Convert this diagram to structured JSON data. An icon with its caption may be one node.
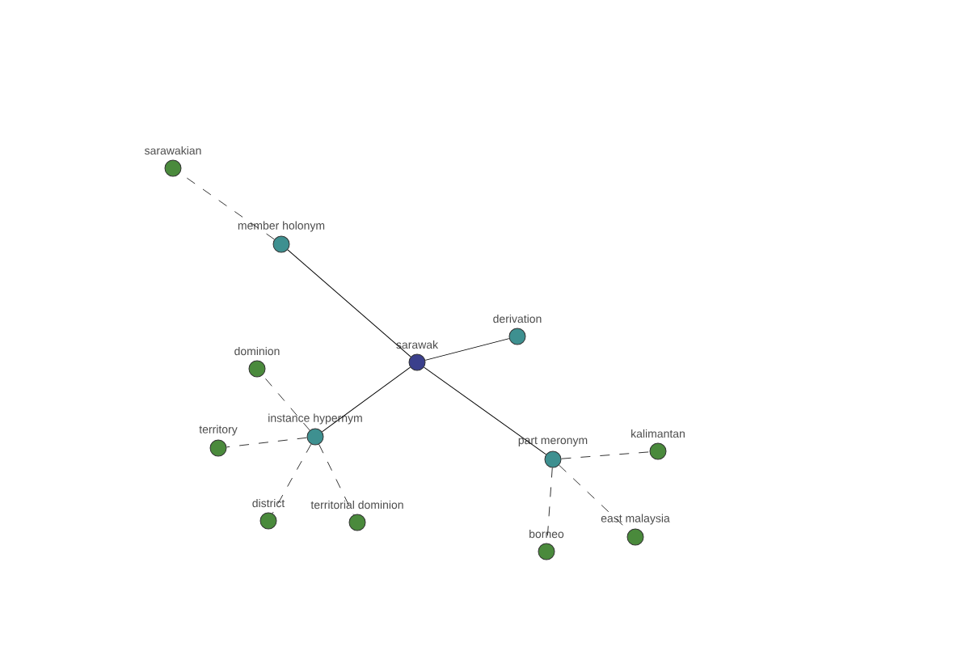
{
  "diagram": {
    "nodes": [
      {
        "text": [
          "sarawakian"
        ]
      },
      {
        "text": [
          "member holonym"
        ]
      },
      {
        "text": [
          "derivation"
        ]
      },
      {
        "text": [
          "dominion"
        ]
      },
      {
        "text": [
          "sarawak"
        ]
      },
      {
        "text": [
          "instance hypernym"
        ]
      },
      {
        "text": [
          "territory"
        ]
      },
      {
        "text": [
          "part meronym"
        ]
      },
      {
        "text": [
          "kalimantan"
        ]
      },
      {
        "text": [
          "district"
        ]
      },
      {
        "text": [
          "territorial dominion"
        ]
      },
      {
        "text": [
          "east malaysia"
        ]
      },
      {
        "text": [
          "borneo"
        ]
      }
    ],
    "edges": [
      {
        "from": 4,
        "to": 1,
        "arrow": "none"
      },
      {
        "from": 4,
        "to": 2,
        "arrow": "none"
      },
      {
        "from": 4,
        "to": 5,
        "arrow": "none"
      },
      {
        "from": 4,
        "to": 7,
        "arrow": "none"
      },
      {
        "from": 1,
        "to": 0,
        "arrow": "none",
        "style": "dashed"
      },
      {
        "from": 5,
        "to": 3,
        "arrow": "none",
        "style": "dashed"
      },
      {
        "from": 5,
        "to": 6,
        "arrow": "none",
        "style": "dashed"
      },
      {
        "from": 5,
        "to": 9,
        "arrow": "none",
        "style": "dashed"
      },
      {
        "from": 5,
        "to": 10,
        "arrow": "none",
        "style": "dashed"
      },
      {
        "from": 7,
        "to": 8,
        "arrow": "none",
        "style": "dashed"
      },
      {
        "from": 7,
        "to": 11,
        "arrow": "none",
        "style": "dashed"
      },
      {
        "from": 7,
        "to": 12,
        "arrow": "none",
        "style": "dashed"
      }
    ]
  }
}
